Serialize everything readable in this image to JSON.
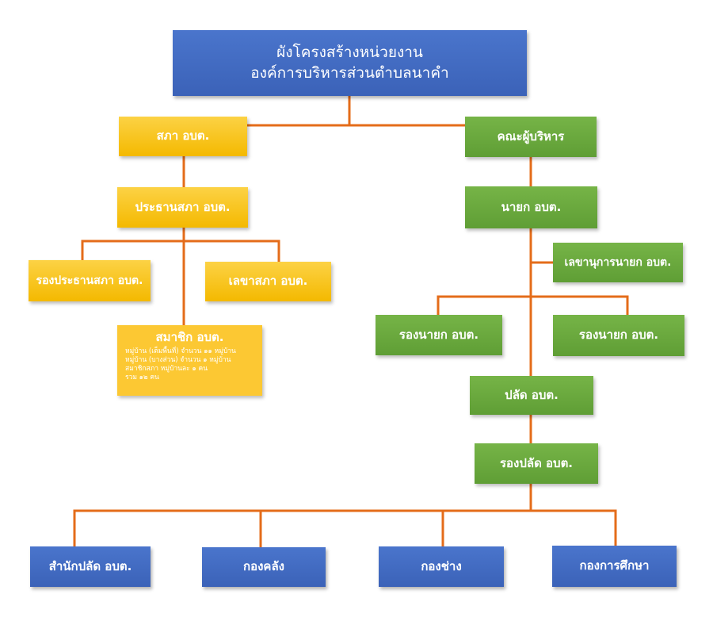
{
  "chart": {
    "title_line1": "ผังโครงสร้างหน่วยงาน",
    "title_line2": "องค์การบริหารส่วนตำบลนาคำ"
  },
  "council": {
    "main": "สภา อบต.",
    "chair": "ประธานสภา อบต.",
    "vice_chair": "รองประธานสภา อบต.",
    "secretary": "เลขาสภา อบต.",
    "members": {
      "title": "สมาชิก อบต.",
      "details": [
        "หมู่บ้าน (เต็มพื้นที่) จำนวน ๑๑ หมู่บ้าน",
        "หมู่บ้าน (บางส่วน) จำนวน ๑ หมู่บ้าน",
        "สมาชิกสภา หมู่บ้านละ ๑ คน",
        "รวม ๑๒ คน"
      ]
    }
  },
  "executive": {
    "main": "คณะผู้บริหาร",
    "mayor": "นายก อบต.",
    "mayor_secretary": "เลขานุการนายก อบต.",
    "deputy_mayor_1": "รองนายก อบต.",
    "deputy_mayor_2": "รองนายก อบต.",
    "clerk": "ปลัด อบต.",
    "deputy_clerk": "รองปลัด อบต."
  },
  "departments": [
    "สำนักปลัด อบต.",
    "กองคลัง",
    "กองช่าง",
    "กองการศึกษา"
  ],
  "colors": {
    "council": "#f9c21d",
    "executive": "#6aa83e",
    "header_and_departments": "#4169c2",
    "connector": "#e46c1a"
  }
}
